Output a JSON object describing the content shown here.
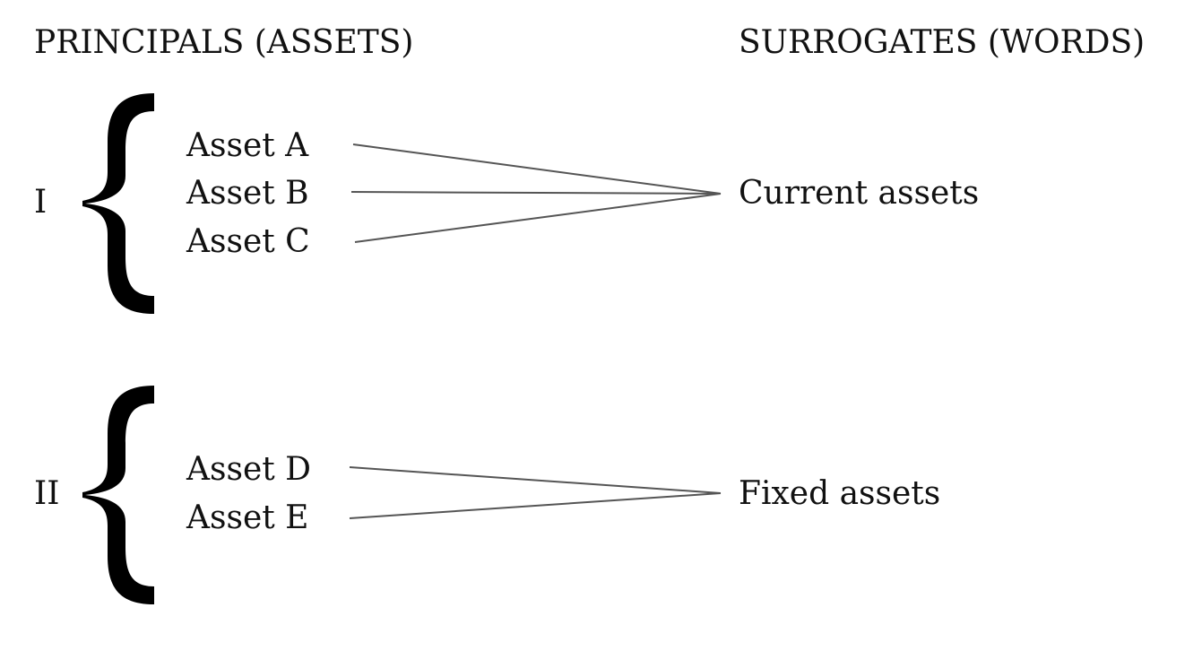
{
  "headers": {
    "principals": "PRINCIPALS (ASSETS)",
    "surrogates": "SURROGATES (WORDS)"
  },
  "groups": [
    {
      "label": "I",
      "assets": [
        "Asset A",
        "Asset B",
        "Asset C"
      ],
      "surrogate": "Current assets"
    },
    {
      "label": "II",
      "assets": [
        "Asset D",
        "Asset E"
      ],
      "surrogate": "Fixed assets"
    }
  ],
  "colors": {
    "text": "#111111",
    "brace": "#000000",
    "connector": "#555555"
  }
}
